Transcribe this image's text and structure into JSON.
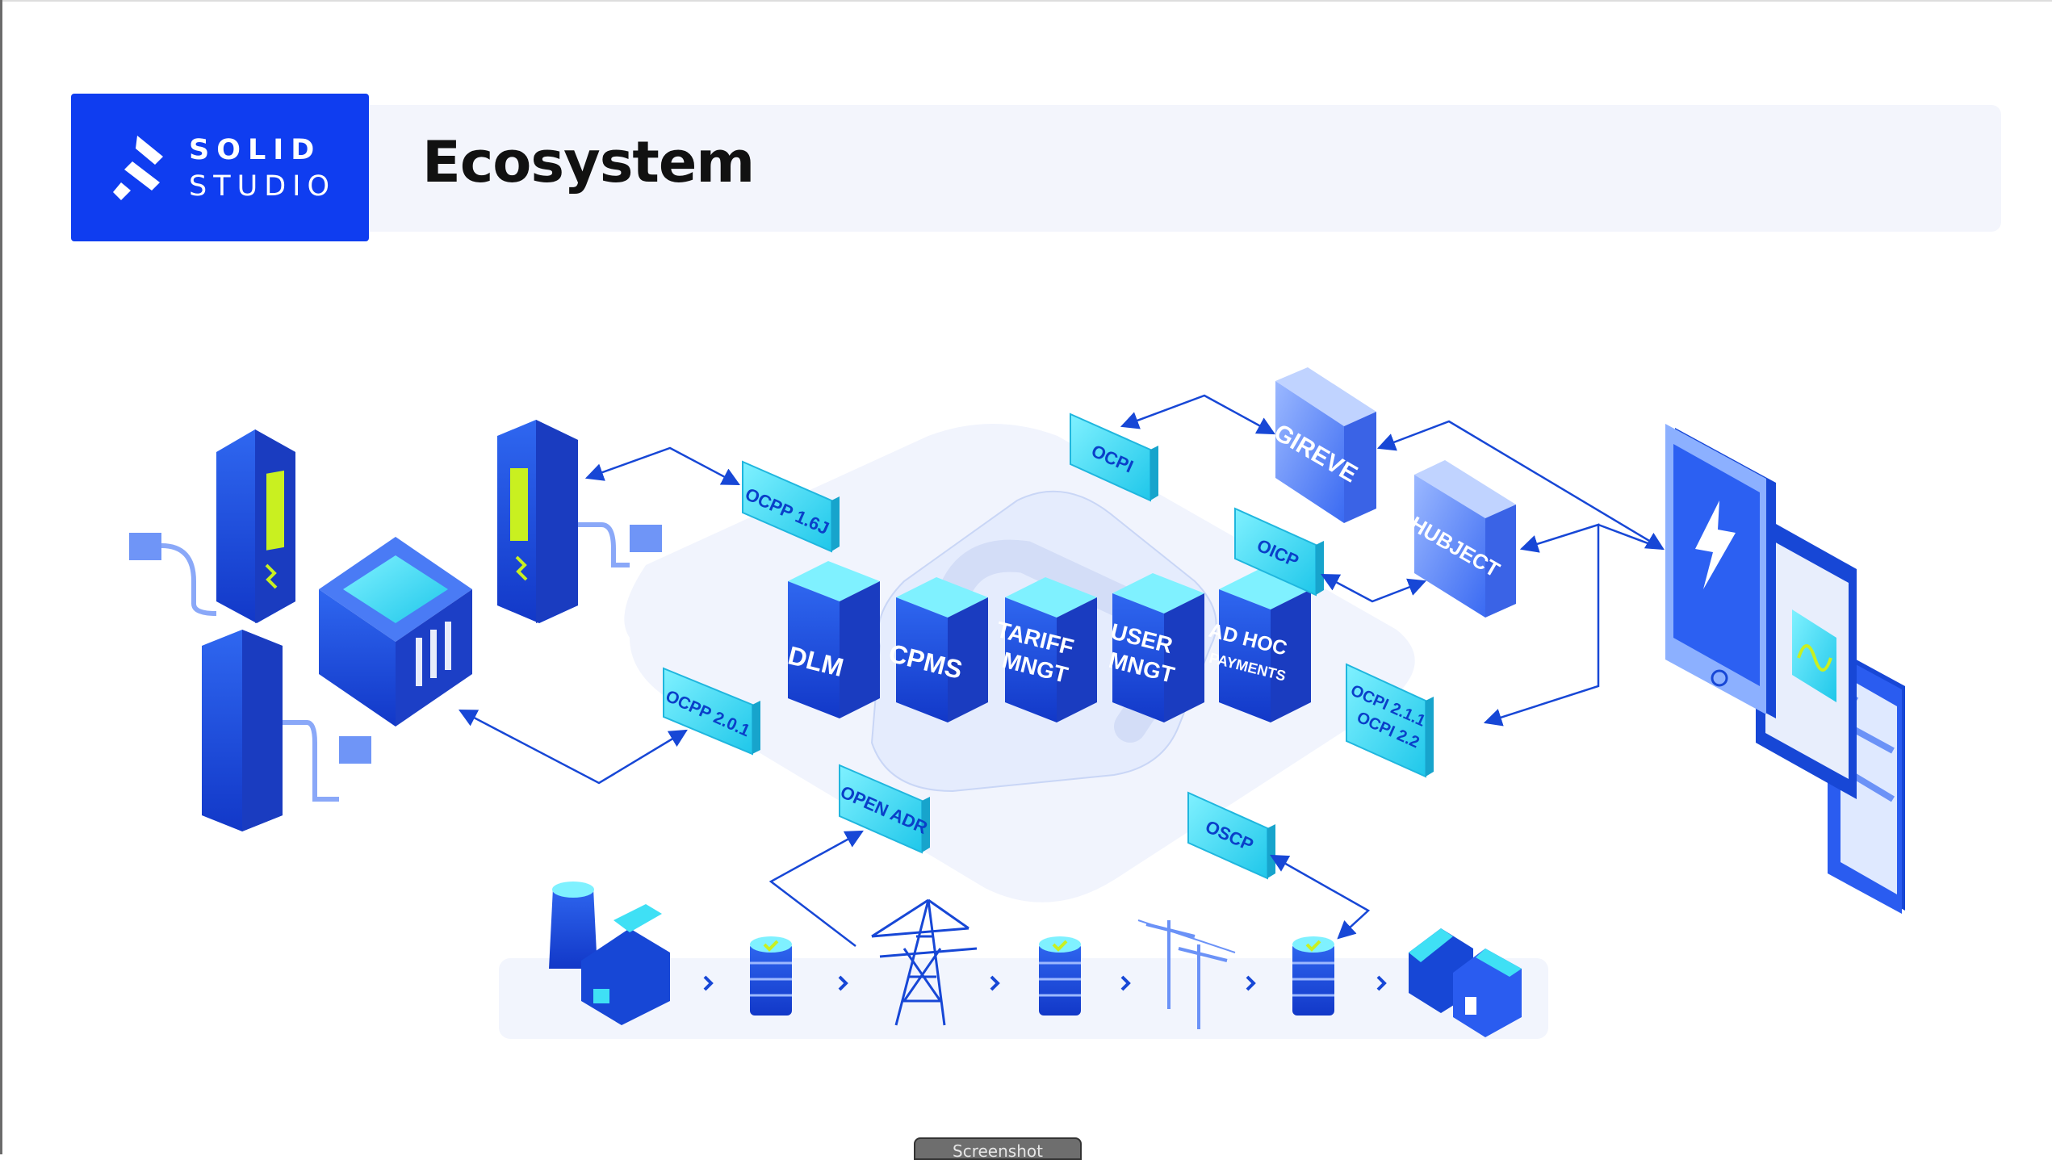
{
  "brand": {
    "line1": "SOLID",
    "line2": "STUDIO"
  },
  "page": {
    "title": "Ecosystem"
  },
  "modules": [
    {
      "id": "dlm",
      "lines": [
        "DLM"
      ]
    },
    {
      "id": "cpms",
      "lines": [
        "CPMS"
      ]
    },
    {
      "id": "tariff",
      "lines": [
        "TARIFF",
        "MNGT"
      ]
    },
    {
      "id": "user",
      "lines": [
        "USER",
        "MNGT"
      ]
    },
    {
      "id": "adhoc",
      "lines": [
        "AD HOC",
        "PAYMENTS"
      ]
    }
  ],
  "hubs": [
    {
      "id": "gireve",
      "label": "GIREVE"
    },
    {
      "id": "hubject",
      "label": "HUBJECT"
    }
  ],
  "protocols": [
    {
      "id": "ocpp16",
      "lines": [
        "OCPP 1.6J"
      ]
    },
    {
      "id": "ocpp201",
      "lines": [
        "OCPP 2.0.1"
      ]
    },
    {
      "id": "ocpi",
      "lines": [
        "OCPI"
      ]
    },
    {
      "id": "oicp",
      "lines": [
        "OICP"
      ]
    },
    {
      "id": "ocpi2",
      "lines": [
        "OCPI 2.1.1",
        "OCPI 2.2"
      ]
    },
    {
      "id": "openadr",
      "lines": [
        "OPEN ADR"
      ]
    },
    {
      "id": "oscp",
      "lines": [
        "OSCP"
      ]
    }
  ],
  "colors": {
    "brand": "#0f3df0",
    "cyan": "#3fe0f5",
    "blue": "#1747d6",
    "lime": "#c9f020",
    "panel": "#f3f5fc"
  },
  "footer_tab": {
    "label": "Screenshot"
  }
}
